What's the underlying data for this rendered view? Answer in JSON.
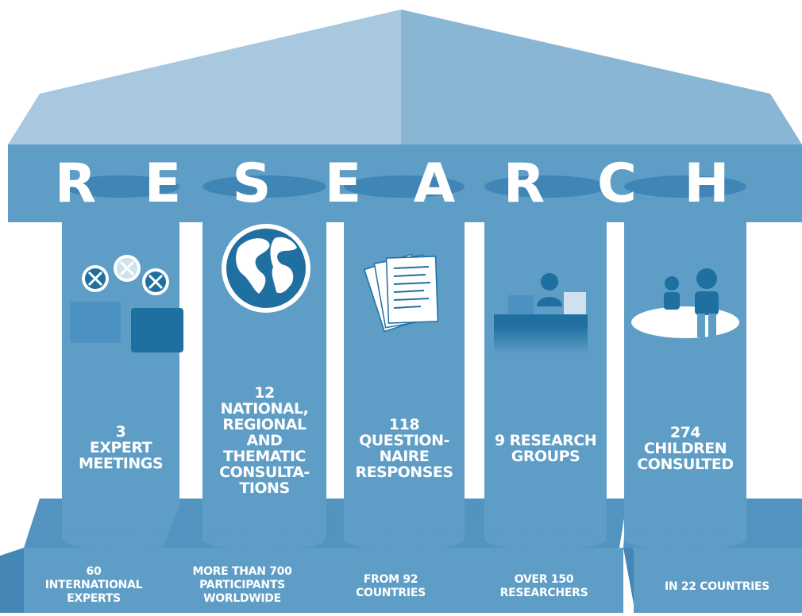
{
  "title": {
    "letters": [
      "R",
      "E",
      "S",
      "E",
      "A",
      "R",
      "C",
      "H"
    ]
  },
  "pillars": [
    {
      "icon": "expert-meeting-icon",
      "main": "3\nEXPERT\nMEETINGS",
      "base": "60\nINTERNATIONAL\nEXPERTS"
    },
    {
      "icon": "globe-icon",
      "main": "12\nNATIONAL,\nREGIONAL\nAND\nTHEMATIC\nCONSULTA-\nTIONS",
      "base": "MORE THAN 700\nPARTICIPANTS\nWORLDWIDE"
    },
    {
      "icon": "questionnaire-papers-icon",
      "main": "118\nQUESTION-\nNAIRE\nRESPONSES",
      "base": "FROM 92\nCOUNTRIES"
    },
    {
      "icon": "researcher-desk-icon",
      "main": "9 RESEARCH\nGROUPS",
      "base": "OVER 150\nRESEARCHERS"
    },
    {
      "icon": "children-icon",
      "main": "274\nCHILDREN\nCONSULTED",
      "base": "IN 22 COUNTRIES"
    }
  ],
  "colors": {
    "roof_top_light": "#a8c8e0",
    "roof_top_mid": "#8ab6d6",
    "roof_band": "#5e9dc6",
    "pillar": "#5e9dc6",
    "pillar_dark": "#3f86b6",
    "base_front": "#5e9dc6",
    "base_side": "#4487b6",
    "icon_dark": "#1f6fa0",
    "icon_light": "#cfe0ee"
  }
}
